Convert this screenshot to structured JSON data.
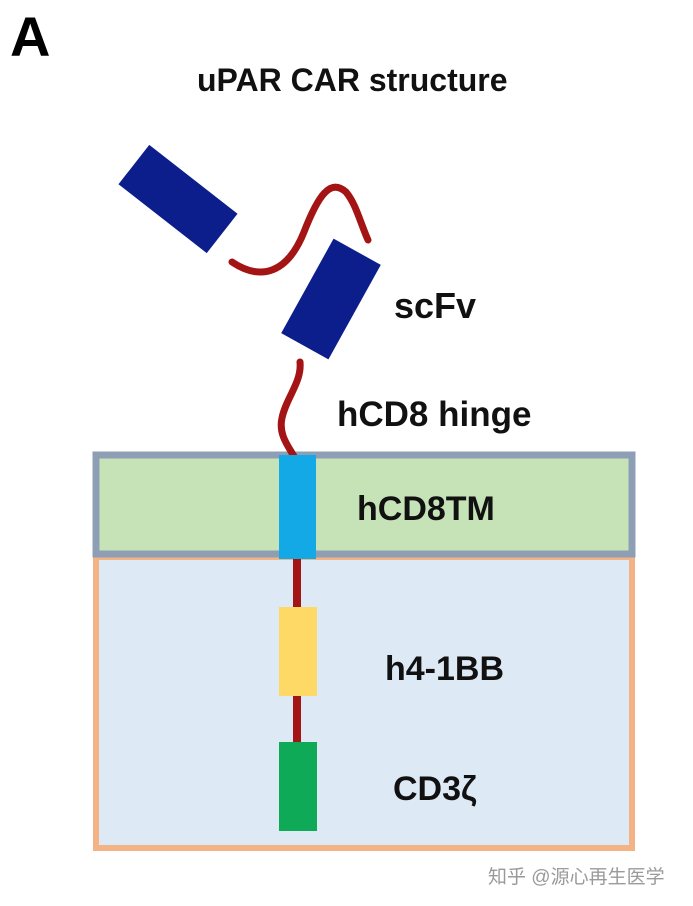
{
  "panel_letter": "A",
  "title": "uPAR CAR structure",
  "labels": {
    "scfv": "scFv",
    "hinge": "hCD8 hinge",
    "transmembrane": "hCD8TM",
    "costim": "h4-1BB",
    "signaling": "CD3ζ"
  },
  "watermark": "知乎 @源心再生医学",
  "colors": {
    "scfv_domain": "#0c1d8c",
    "linker": "#a51414",
    "membrane_fill": "#c6e3b7",
    "membrane_border": "#8e9fb5",
    "cytoplasm_fill": "#dde9f4",
    "cytoplasm_border": "#f3b384",
    "tm_segment": "#12a9e6",
    "costim_segment": "#ffd966",
    "cd3z_segment": "#0eaa57"
  }
}
